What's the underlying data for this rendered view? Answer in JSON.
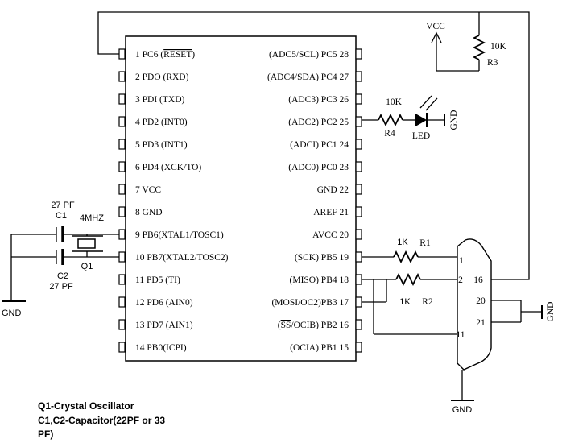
{
  "colors": {
    "line": "#000000",
    "background": "#ffffff",
    "led_fill": "#000000"
  },
  "ic": {
    "left_pins": [
      {
        "pre": "1 PC6 (",
        "over": "RESET",
        "post": ")"
      },
      {
        "label": "2 PDO (RXD)"
      },
      {
        "label": "3 PDI (TXD)"
      },
      {
        "label": "4 PD2 (INT0)"
      },
      {
        "label": "5 PD3 (INT1)"
      },
      {
        "label": "6 PD4 (XCK/TO)"
      },
      {
        "label": "7 VCC"
      },
      {
        "label": "8 GND"
      },
      {
        "label": "9 PB6(XTAL1/TOSC1)"
      },
      {
        "label": "10 PB7(XTAL2/TOSC2)"
      },
      {
        "label": "11 PD5 (TI)"
      },
      {
        "label": "12 PD6 (AIN0)"
      },
      {
        "label": "13 PD7 (AIN1)"
      },
      {
        "label": "14 PB0(ICPI)"
      }
    ],
    "right_pins": [
      {
        "label": "(ADC5/SCL) PC5 28"
      },
      {
        "label": "(ADC4/SDA) PC4 27"
      },
      {
        "label": "(ADC3) PC3 26"
      },
      {
        "label": "(ADC2) PC2 25"
      },
      {
        "label": "(ADCI) PC1 24"
      },
      {
        "label": "(ADC0) PC0 23"
      },
      {
        "label": "GND 22"
      },
      {
        "label": "AREF 21"
      },
      {
        "label": "AVCC 20"
      },
      {
        "label": "(SCK) PB5 19"
      },
      {
        "label": "(MISO) PB4 18"
      },
      {
        "label": "(MOSI/OC2)PB3 17"
      },
      {
        "pre": "(",
        "over": "SS",
        "post": "/OCIB) PB2 16"
      },
      {
        "label": "(OCIA) PB1 15"
      }
    ]
  },
  "power": {
    "vcc_label": "VCC"
  },
  "resistors": {
    "r3": {
      "value": "10K",
      "name": "R3"
    },
    "r4": {
      "value": "10K",
      "name": "R4"
    },
    "r1": {
      "value": "1K",
      "name": "R1"
    },
    "r2": {
      "value": "1K",
      "name": "R2"
    }
  },
  "led": {
    "label": "LED",
    "gnd_label": "GND"
  },
  "crystal": {
    "c1_value": "27 PF",
    "c1_name": "C1",
    "freq": "4MHZ",
    "q1_name": "Q1",
    "c2_name": "C2",
    "c2_value": "27 PF",
    "gnd_label": "GND"
  },
  "connector": {
    "pin1": "1",
    "pin2": "2",
    "pin16": "16",
    "pin20": "20",
    "pin21": "21",
    "pin11": "11",
    "gnd_bottom": "GND",
    "gnd_right": "GND"
  },
  "notes": {
    "line1": "Q1-Crystal Oscillator",
    "line2": "C1,C2-Capacitor(22PF or 33",
    "line3": "PF)"
  }
}
